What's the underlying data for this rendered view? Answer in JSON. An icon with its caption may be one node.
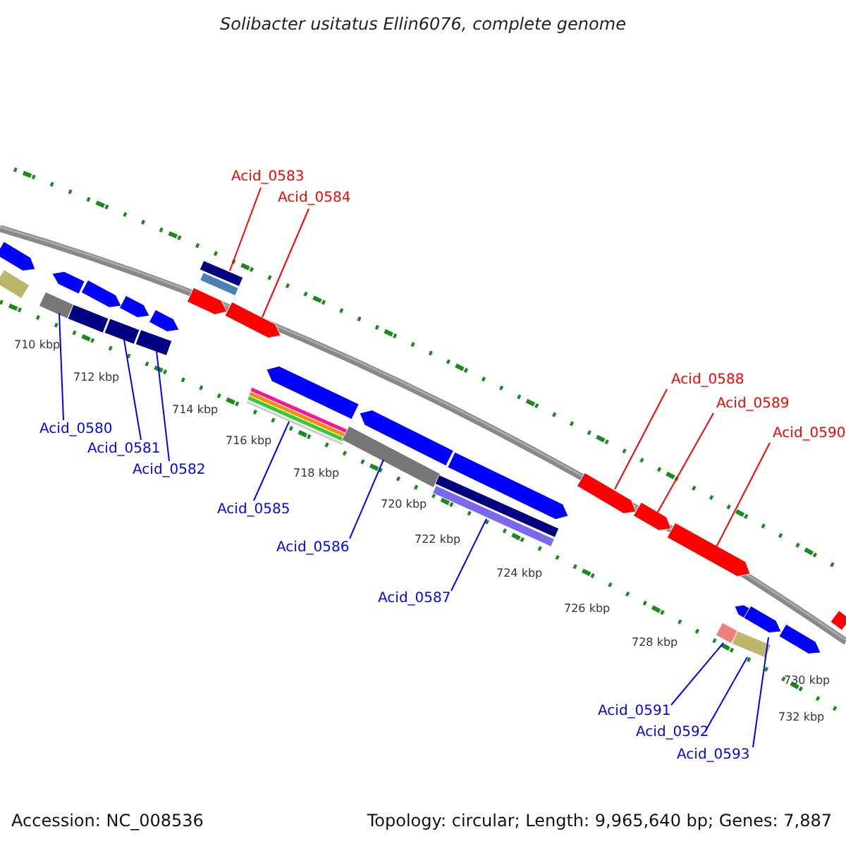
{
  "diagram": {
    "title": "Solibacter usitatus Ellin6076, complete genome",
    "nodes": [
      {
        "text": [
          "Acid_0583"
        ]
      },
      {
        "text": [
          "Acid_0584"
        ]
      },
      {
        "text": [
          "Acid_0588"
        ]
      },
      {
        "text": [
          "Acid_0589"
        ]
      },
      {
        "text": [
          "Acid_0590"
        ]
      },
      {
        "text": [
          "Acid_0580"
        ]
      },
      {
        "text": [
          "Acid_0581"
        ]
      },
      {
        "text": [
          "Acid_0582"
        ]
      },
      {
        "text": [
          "Acid_0585"
        ]
      },
      {
        "text": [
          "Acid_0586"
        ]
      },
      {
        "text": [
          "Acid_0587"
        ]
      },
      {
        "text": [
          "Acid_0591"
        ]
      },
      {
        "text": [
          "Acid_0592"
        ]
      },
      {
        "text": [
          "Acid_0593"
        ]
      },
      {
        "text": [],
        "shape": "bar"
      },
      {
        "text": [],
        "shape": "bar"
      },
      {
        "text": [],
        "shape": "bar"
      },
      {
        "text": [],
        "shape": "bar"
      },
      {
        "text": [],
        "shape": "bar"
      },
      {
        "text": [],
        "shape": "bar"
      },
      {
        "text": [],
        "shape": "bar"
      },
      {
        "text": [],
        "shape": "bar"
      },
      {
        "text": [],
        "shape": "bar"
      },
      {
        "text": [],
        "shape": "bar"
      },
      {
        "text": [],
        "shape": "bar"
      },
      {
        "text": [],
        "shape": "bar"
      },
      {
        "text": [],
        "shape": "bar"
      },
      {
        "text": [],
        "shape": "bar"
      },
      {
        "text": [],
        "shape": "bar"
      },
      {
        "text": [],
        "shape": "bar"
      },
      {
        "text": [],
        "shape": "bar"
      },
      {
        "text": [],
        "shape": "bar"
      },
      {
        "text": [],
        "shape": "bar"
      },
      {
        "text": [],
        "shape": "bar"
      },
      {
        "text": [],
        "shape": "bar"
      },
      {
        "text": [],
        "shape": "bar"
      },
      {
        "text": [],
        "shape": "bar"
      },
      {
        "text": [],
        "shape": "bar"
      },
      {
        "text": [],
        "shape": "bar"
      },
      {
        "text": [],
        "shape": "bar"
      },
      {
        "text": [],
        "shape": "bar"
      },
      {
        "text": [],
        "shape": "bar"
      },
      {
        "text": [],
        "shape": "bar"
      },
      {
        "text": [],
        "shape": "bar"
      }
    ],
    "edges": [
      {
        "from": 0,
        "to": 25,
        "arrow": "none",
        "color": "#ff0000"
      },
      {
        "from": 1,
        "to": 27,
        "arrow": "none",
        "color": "#ff0000"
      },
      {
        "from": 2,
        "to": 35,
        "arrow": "none",
        "color": "#ff0000"
      },
      {
        "from": 3,
        "to": 36,
        "arrow": "none",
        "color": "#ff0000"
      },
      {
        "from": 4,
        "to": 37,
        "arrow": "none",
        "color": "#ff0000"
      },
      {
        "from": 5,
        "to": 16,
        "arrow": "none"
      },
      {
        "from": 6,
        "to": 20,
        "arrow": "none"
      },
      {
        "from": 7,
        "to": 22,
        "arrow": "none"
      },
      {
        "from": 8,
        "to": 28,
        "arrow": "none"
      },
      {
        "from": 9,
        "to": 30,
        "arrow": "none"
      },
      {
        "from": 10,
        "to": 32,
        "arrow": "none"
      },
      {
        "from": 11,
        "to": 38,
        "arrow": "none"
      },
      {
        "from": 12,
        "to": 40,
        "arrow": "none"
      },
      {
        "from": 13,
        "to": 41,
        "arrow": "none"
      }
    ],
    "labels": [
      "710 kbp",
      "712 kbp",
      "714 kbp",
      "716 kbp",
      "718 kbp",
      "720 kbp",
      "722 kbp",
      "724 kbp",
      "726 kbp",
      "728 kbp",
      "730 kbp",
      "732 kbp",
      "Accession: NC_008536",
      "Topology: circular; Length: 9,965,640 bp; Genes: 7,887"
    ]
  }
}
